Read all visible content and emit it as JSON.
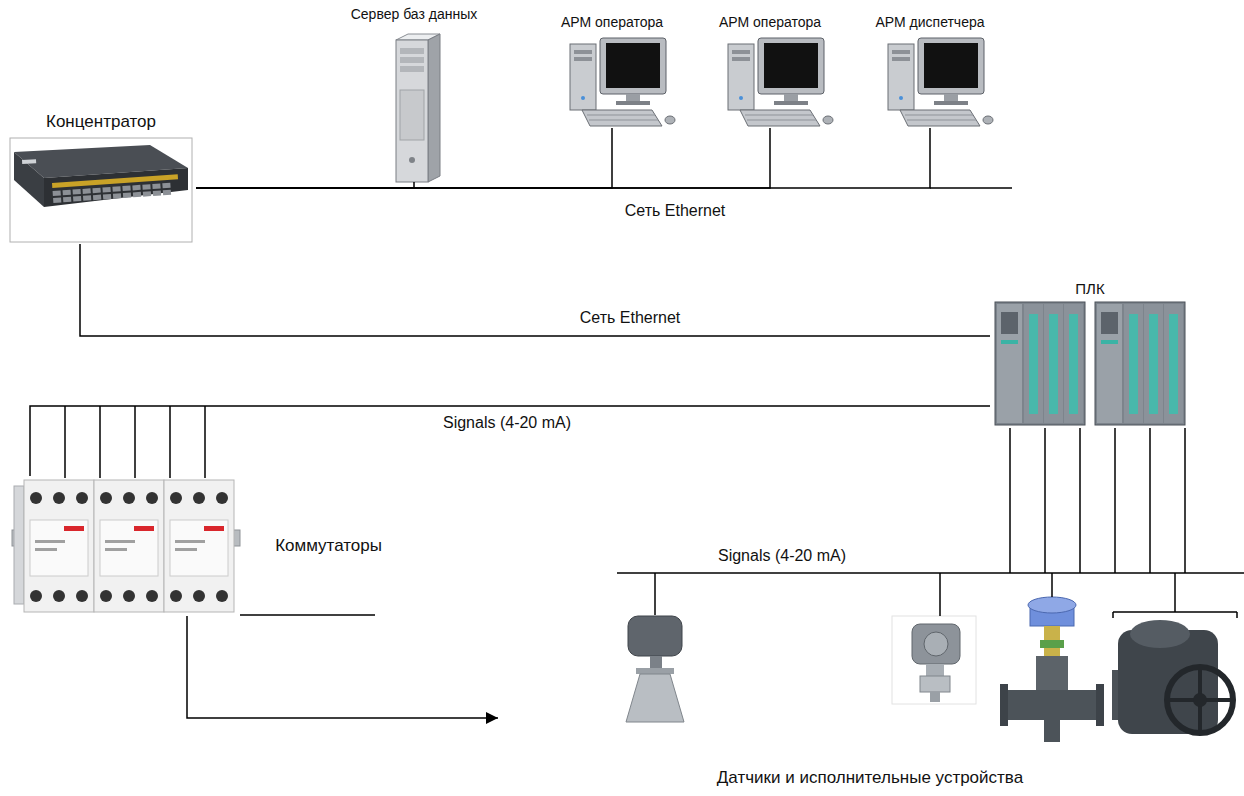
{
  "diagram": {
    "nodes": [
      {
        "text": [
          "Сервер баз данных"
        ]
      },
      {
        "text": [
          "АРМ оператора"
        ]
      },
      {
        "text": [
          "АРМ оператора"
        ]
      },
      {
        "text": [
          "АРМ диспетчера"
        ]
      },
      {
        "text": [
          "Концентратор"
        ]
      },
      {
        "text": [
          "ПЛК"
        ]
      },
      {
        "text": [
          "Коммутаторы"
        ]
      },
      {
        "text": [
          "Датчики и исполнительные устройства"
        ]
      }
    ],
    "edges": [
      {
        "from": 4,
        "to": 0,
        "arrow": "none"
      },
      {
        "from": 4,
        "to": 1,
        "arrow": "none"
      },
      {
        "from": 4,
        "to": 2,
        "arrow": "none"
      },
      {
        "from": 4,
        "to": 3,
        "label": "Сеть Ethernet",
        "arrow": "none"
      },
      {
        "from": 4,
        "to": 5,
        "label": "Сеть Ethernet",
        "arrow": "none"
      },
      {
        "from": 5,
        "to": 6,
        "label": "Signals (4-20 mA)",
        "arrow": "none"
      },
      {
        "from": 5,
        "to": 7,
        "label": "Signals (4-20 mA)",
        "arrow": "none"
      },
      {
        "from": 6,
        "to": 7,
        "arrow": "to"
      }
    ]
  }
}
